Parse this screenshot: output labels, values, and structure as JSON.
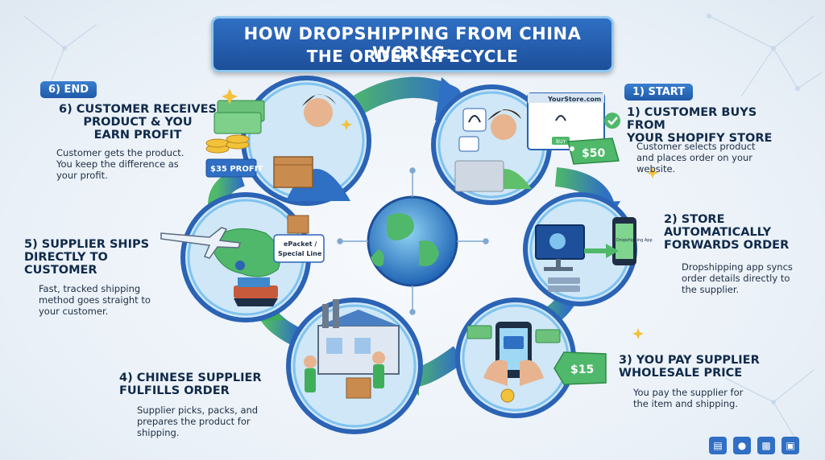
{
  "title": {
    "line1": "HOW DROPSHIPPING FROM CHINA WORKS:",
    "line2": "THE ORDER LIFECYCLE"
  },
  "steps": [
    {
      "badge": "1) START",
      "heading": [
        "1) CUSTOMER BUYS FROM",
        "YOUR SHOPIFY STORE"
      ],
      "desc": [
        "Customer selects product",
        "and places order on your",
        "website."
      ]
    },
    {
      "heading": [
        "2) STORE",
        "AUTOMATICALLY",
        "FORWARDS ORDER"
      ],
      "desc": [
        "Dropshipping app syncs",
        "order details directly to",
        "the supplier."
      ]
    },
    {
      "heading": [
        "3) YOU PAY SUPPLIER",
        "WHOLESALE PRICE"
      ],
      "desc": [
        "You pay the supplier for",
        "the item and shipping."
      ]
    },
    {
      "heading": [
        "4) CHINESE SUPPLIER",
        "FULFILLS ORDER"
      ],
      "desc": [
        "Supplier picks, packs, and",
        "prepares the product for",
        "shipping."
      ]
    },
    {
      "heading": [
        "5) SUPPLIER SHIPS",
        "DIRECTLY TO",
        "CUSTOMER"
      ],
      "desc": [
        "Fast, tracked shipping",
        "method goes straight to",
        "your customer."
      ]
    },
    {
      "badge": "6) END",
      "heading": [
        "6) CUSTOMER RECEIVES",
        "PRODUCT & YOU",
        "EARN PROFIT"
      ],
      "desc": [
        "Customer gets the product.",
        "You keep the difference as",
        "your profit."
      ]
    }
  ],
  "labels": {
    "store_url": "YourStore.com",
    "buy_button": "BUY",
    "price_tag_store": "$50",
    "app_label": "Dropshipping App",
    "price_tag_supplier": "$15",
    "profit_label": "$35 PROFIT",
    "shipping_label_line1": "ePacket /",
    "shipping_label_line2": "Special Line"
  },
  "colors": {
    "primary_blue": "#2b63b5",
    "accent_green": "#3fae5a",
    "light_blue": "#7fc3ee"
  },
  "footer_icons": [
    "document-icon",
    "user-icon",
    "chart-icon",
    "briefcase-icon"
  ]
}
